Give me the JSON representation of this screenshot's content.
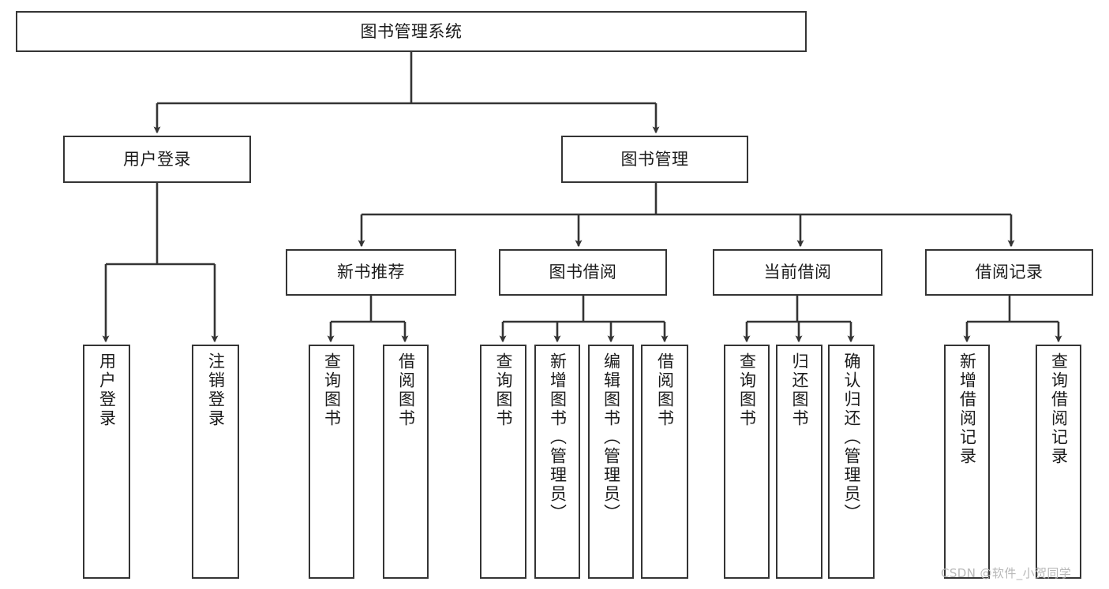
{
  "diagram": {
    "title": "图书管理系统",
    "watermark": "CSDN @软件_小贺同学",
    "stroke_color": "#343434",
    "fill_color": "#ffffff",
    "background": "#ffffff",
    "nodes": {
      "root": {
        "label": "图书管理系统"
      },
      "user_login": {
        "label": "用户登录"
      },
      "book_manage": {
        "label": "图书管理"
      },
      "new_book_rec": {
        "label": "新书推荐"
      },
      "book_borrow": {
        "label": "图书借阅"
      },
      "current_borrow": {
        "label": "当前借阅"
      },
      "borrow_record": {
        "label": "借阅记录"
      },
      "leaf_user_login": {
        "label": "用户登录"
      },
      "leaf_logout": {
        "label": "注销登录"
      },
      "leaf_query_book_1": {
        "label": "查询图书"
      },
      "leaf_borrow_book_1": {
        "label": "借阅图书"
      },
      "leaf_query_book_2": {
        "label": "查询图书"
      },
      "leaf_add_book": {
        "label": "新增图书（管理员）"
      },
      "leaf_edit_book": {
        "label": "编辑图书（管理员）"
      },
      "leaf_borrow_book_2": {
        "label": "借阅图书"
      },
      "leaf_query_book_3": {
        "label": "查询图书"
      },
      "leaf_return_book": {
        "label": "归还图书"
      },
      "leaf_confirm_return": {
        "label": "确认归还（管理员）"
      },
      "leaf_add_record": {
        "label": "新增借阅记录"
      },
      "leaf_query_record": {
        "label": "查询借阅记录"
      }
    },
    "hierarchy": {
      "图书管理系统": [
        "用户登录",
        "图书管理"
      ],
      "用户登录": [
        "用户登录",
        "注销登录"
      ],
      "图书管理": [
        "新书推荐",
        "图书借阅",
        "当前借阅",
        "借阅记录"
      ],
      "新书推荐": [
        "查询图书",
        "借阅图书"
      ],
      "图书借阅": [
        "查询图书",
        "新增图书（管理员）",
        "编辑图书（管理员）",
        "借阅图书"
      ],
      "当前借阅": [
        "查询图书",
        "归还图书",
        "确认归还（管理员）"
      ],
      "借阅记录": [
        "新增借阅记录",
        "查询借阅记录"
      ]
    }
  }
}
